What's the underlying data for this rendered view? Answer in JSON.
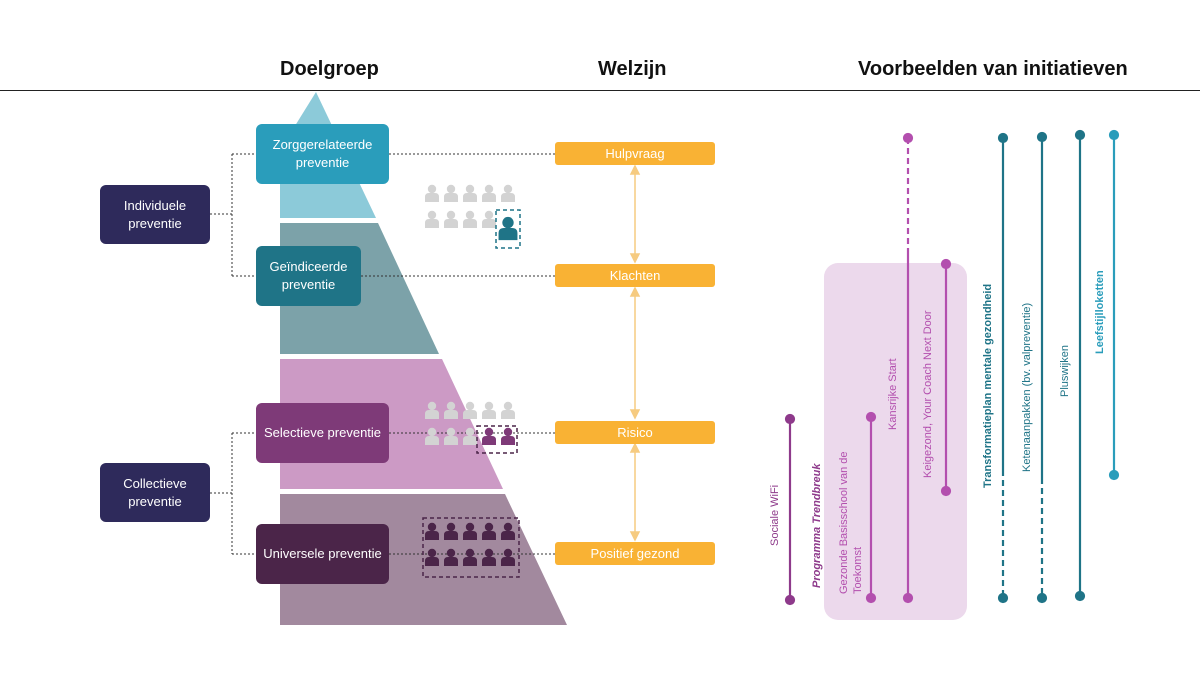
{
  "headers": {
    "doelgroep": "Doelgroep",
    "welzijn": "Welzijn",
    "voorbeelden": "Voorbeelden van initiatieven"
  },
  "left_groups": [
    {
      "label": "Individuele preventie"
    },
    {
      "label": "Collectieve preventie"
    }
  ],
  "pyramid_levels": [
    {
      "label": "Zorggerelateerde preventie",
      "color": "#2A9DBB",
      "band_color": "#8CCAD9"
    },
    {
      "label": "Geïndiceerde preventie",
      "color": "#1F7487",
      "band_color": "#7CA2A9"
    },
    {
      "label": "Selectieve preventie",
      "color": "#7E3A78",
      "band_color": "#CC9AC5"
    },
    {
      "label": "Universele preventie",
      "color": "#4B2549",
      "band_color": "#A2899E"
    }
  ],
  "welzijn": {
    "color": "#F9B234",
    "items": [
      "Hulpvraag",
      "Klachten",
      "Risico",
      "Positief gezond"
    ]
  },
  "initiatives": {
    "highlight_color": "#ECD9EC",
    "items": [
      {
        "label": "Sociale WiFi",
        "color": "#8E3A8B"
      },
      {
        "label": "Programma Trendbreuk",
        "color": "#8E3A8B"
      },
      {
        "label": "Gezonde Basisschool van de Toekomst",
        "color": "#B34FAE"
      },
      {
        "label": "Kansrijke Start",
        "color": "#B34FAE"
      },
      {
        "label": "Keigezond, Your Coach Next Door",
        "color": "#B34FAE"
      },
      {
        "label": "Transformatieplan mentale gezondheid",
        "color": "#1F7487"
      },
      {
        "label": "Ketenaanpakken (bv. valpreventie)",
        "color": "#1F7487"
      },
      {
        "label": "Pluswijken",
        "color": "#1F7487"
      },
      {
        "label": "Leefstijlloketten",
        "color": "#2A9DBB"
      }
    ]
  },
  "icons": [
    "people-group-icon",
    "person-highlight-icon",
    "people-group-selective-icon",
    "people-group-universal-icon"
  ]
}
